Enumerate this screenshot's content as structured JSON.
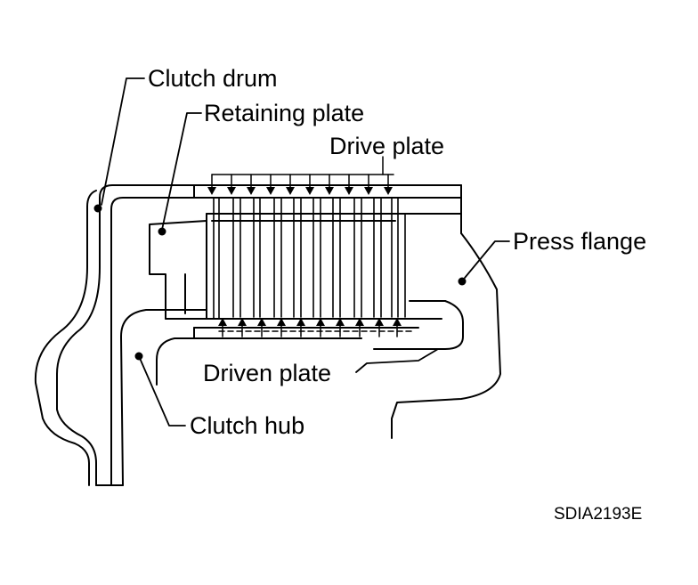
{
  "labels": {
    "clutch_drum": "Clutch drum",
    "retaining_plate": "Retaining plate",
    "drive_plate": "Drive plate",
    "press_flange": "Press flange",
    "driven_plate": "Driven plate",
    "clutch_hub": "Clutch hub"
  },
  "figure_code": "SDIA2193E"
}
